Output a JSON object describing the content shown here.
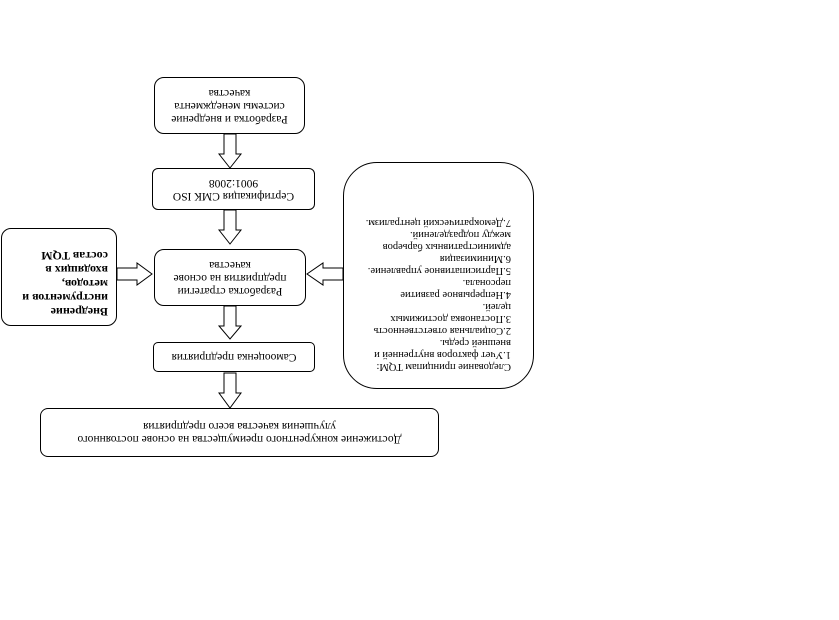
{
  "diagram": {
    "box_develop_qms": "Разработка и внедрение системы менеджмента качества",
    "box_certification": "Сертификация СМК ISO 9001:2008",
    "box_strategy": "Разработка стратегии предприятия на основе качества",
    "box_self_assessment": "Самооценка предприятия",
    "box_goal": "Достижение конкурентного преимущества на основе постоянного улучшения качества всего предприятия",
    "box_tools": "Внедрение инструментов и методов, входящих в состав TQM",
    "principles": {
      "title": "Следование принципам TQM:",
      "items": [
        "1.Учет факторов внутренней и внешней среды.",
        "2.Социальная ответственность",
        "3.Постановка достижимых целей.",
        "4.Непрерывное развитие персонала.",
        "5.Партисипативное управление.",
        "6.Минимизация административных барьеров между подразделений.",
        "7.Демократический централизм."
      ]
    }
  }
}
